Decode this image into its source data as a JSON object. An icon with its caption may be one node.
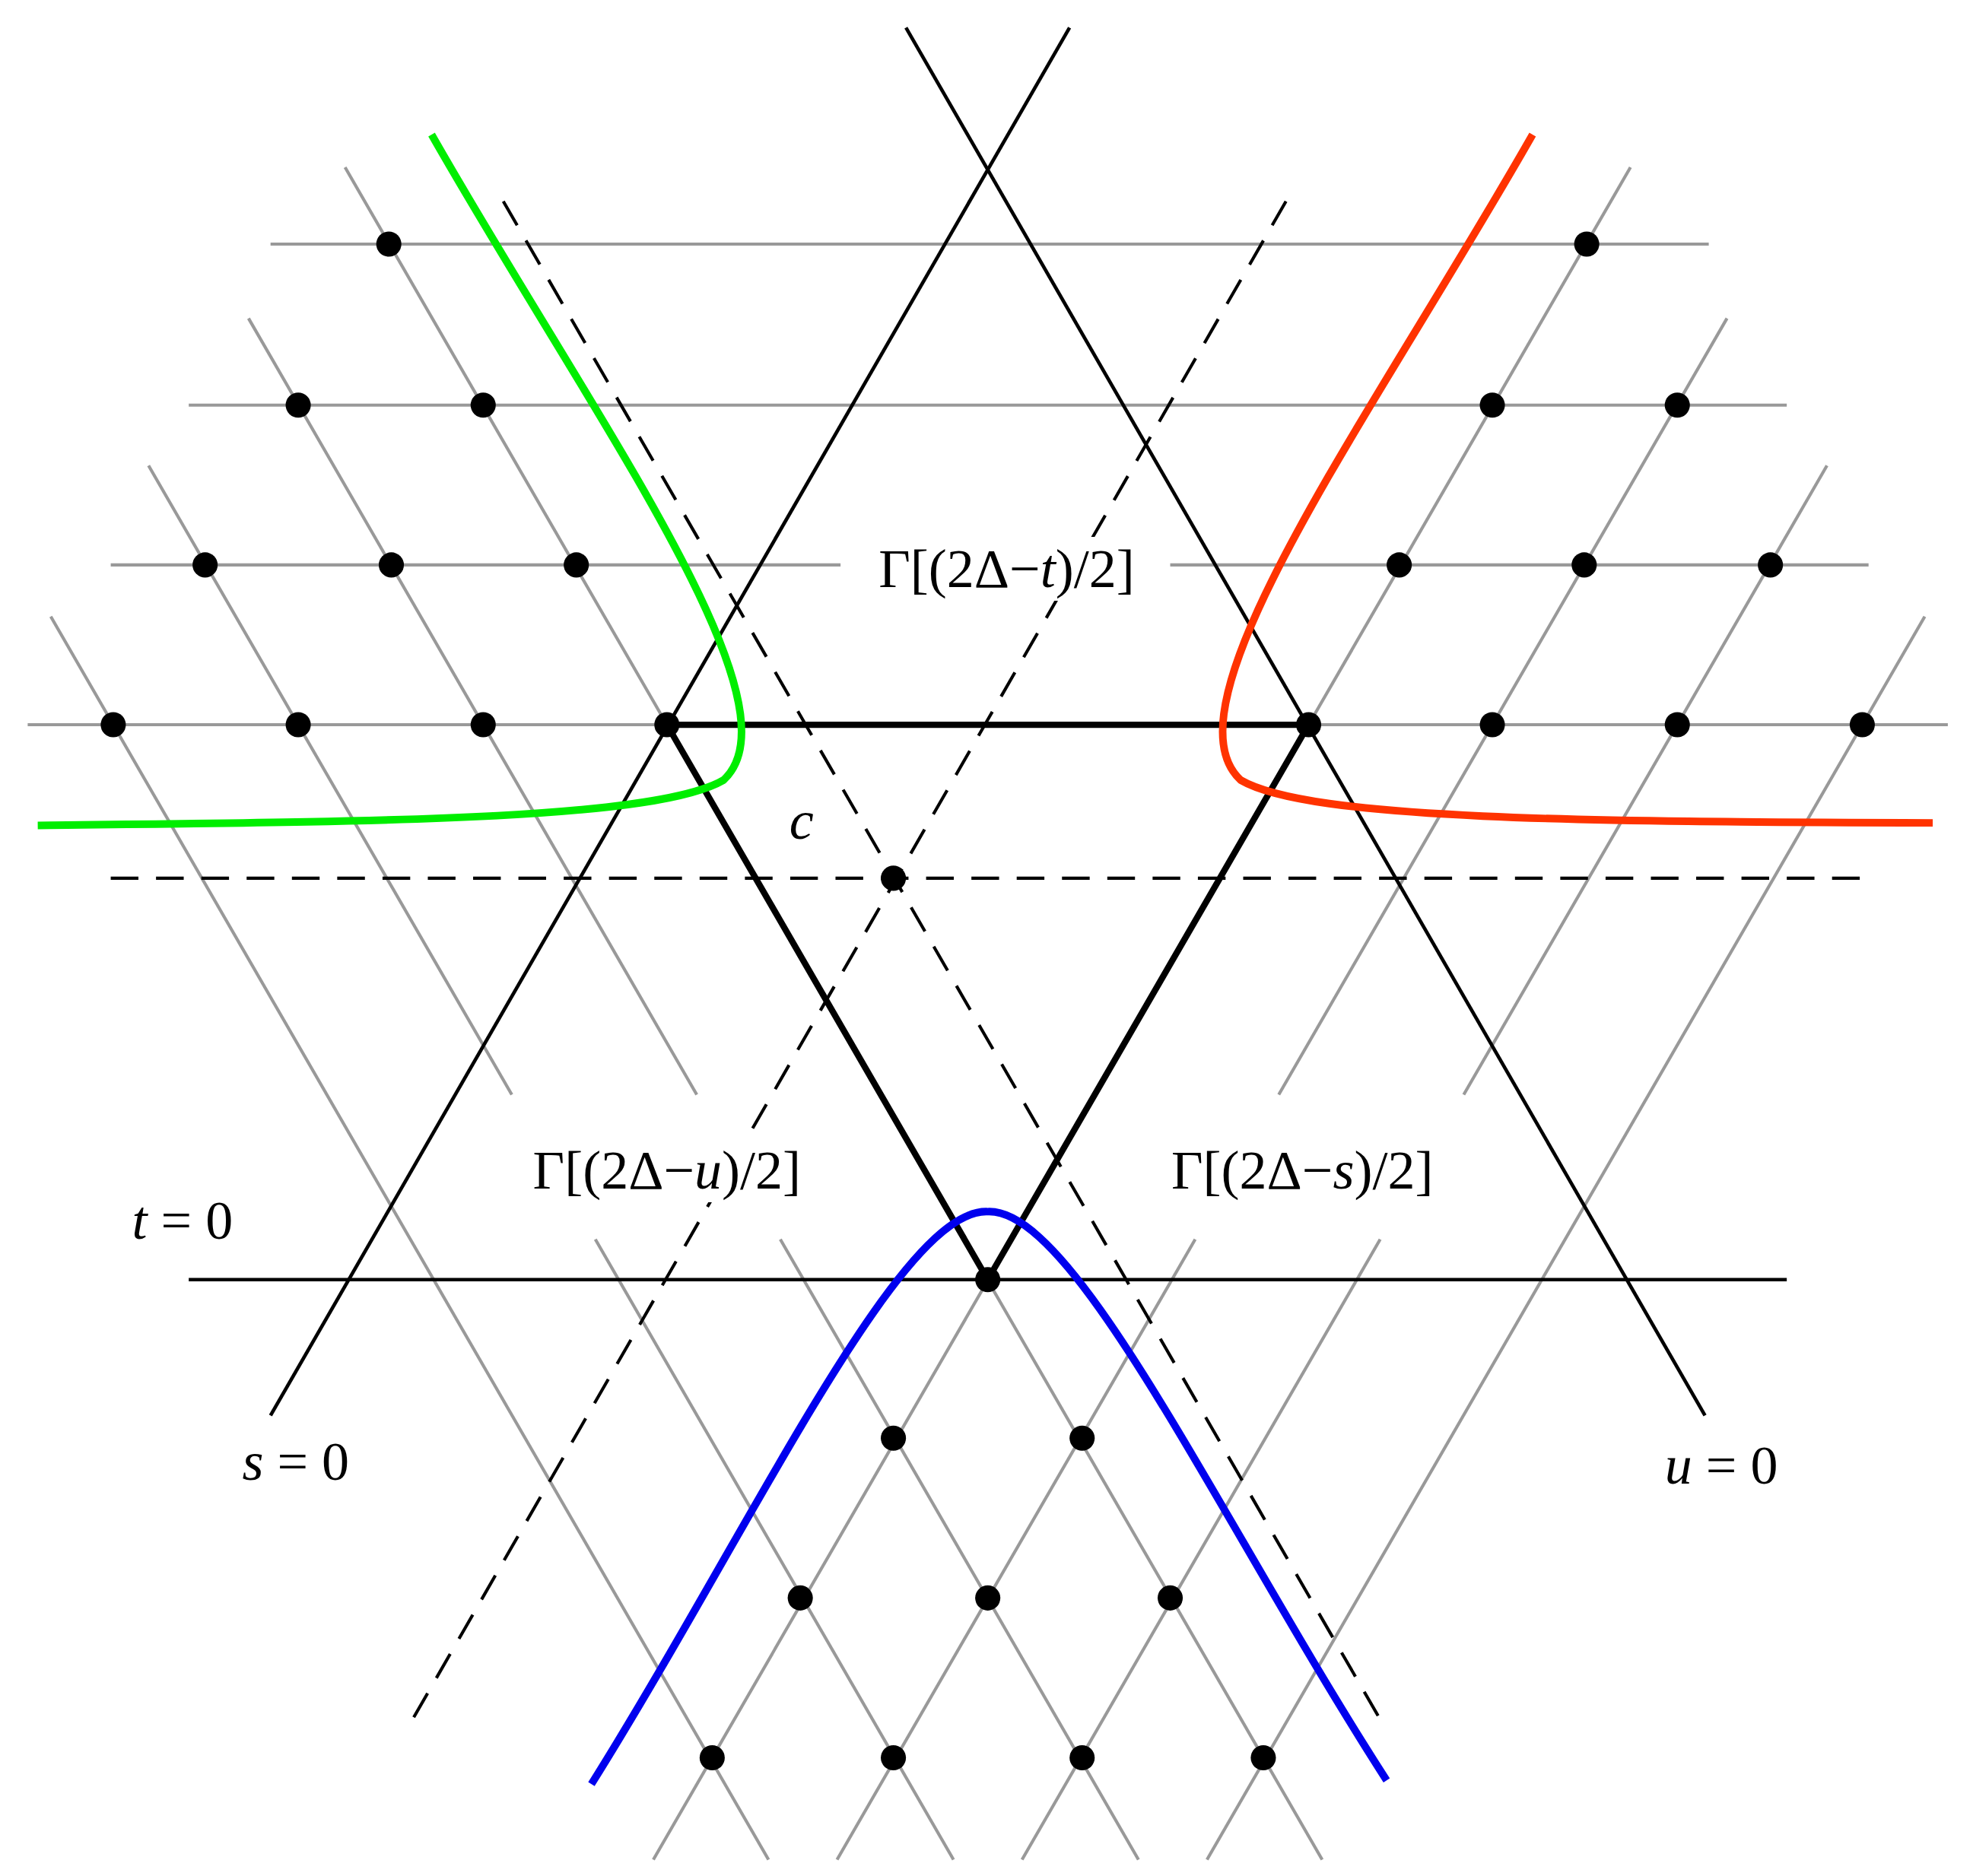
{
  "diagram": {
    "labels": [
      "Γ[(2Δ−*t*)/2]",
      "*c*",
      "Γ[(2Δ−*u*)/2]",
      "Γ[(2Δ−*s*)/2]",
      "*t* = 0",
      "*s* = 0",
      "*u* = 0"
    ]
  }
}
